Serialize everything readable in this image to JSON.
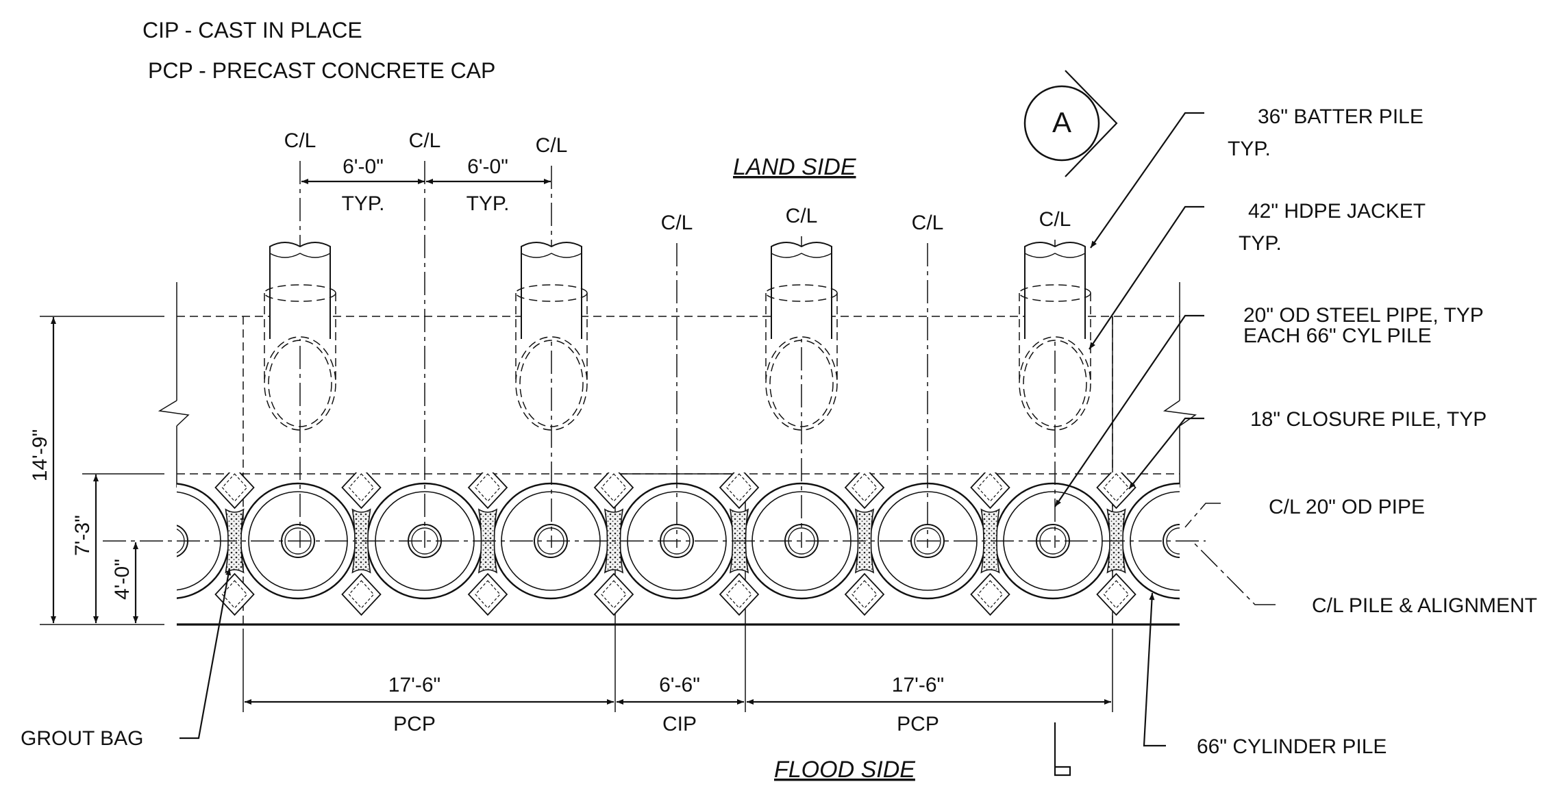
{
  "legend": {
    "cip": "CIP - CAST IN PLACE",
    "pcp": "PCP  - PRECAST CONCRETE CAP"
  },
  "section_marker": "A",
  "titles": {
    "land_side": "LAND SIDE",
    "flood_side": "FLOOD SIDE"
  },
  "centerline_label": "C/L",
  "callouts": {
    "batter_pile_1": "36\" BATTER PILE",
    "batter_pile_2": "TYP.",
    "hdpe_jacket_1": "42\"  HDPE JACKET",
    "hdpe_jacket_2": "TYP.",
    "steel_pipe_1": "20\" OD STEEL PIPE, TYP",
    "steel_pipe_2": "EACH 66\" CYL PILE",
    "closure_pile": "18\" CLOSURE PILE, TYP",
    "cl_pipe": "C/L 20\" OD PIPE",
    "cl_pile": "C/L PILE & ALIGNMENT",
    "cylinder_pile": "66\" CYLINDER PILE",
    "grout_bag": "GROUT BAG"
  },
  "dimensions": {
    "top_spacing_1": "6'-0\"",
    "top_spacing_1_note": "TYP.",
    "top_spacing_2": "6'-0\"",
    "top_spacing_2_note": "TYP.",
    "height_total": "14'-9\"",
    "height_cap": "7'-3\"",
    "height_cl": "4'-0\"",
    "segment_left": "17'-6\"",
    "segment_left_type": "PCP",
    "segment_mid": "6'-6\"",
    "segment_mid_type": "CIP",
    "segment_right": "17'-6\"",
    "segment_right_type": "PCP"
  }
}
